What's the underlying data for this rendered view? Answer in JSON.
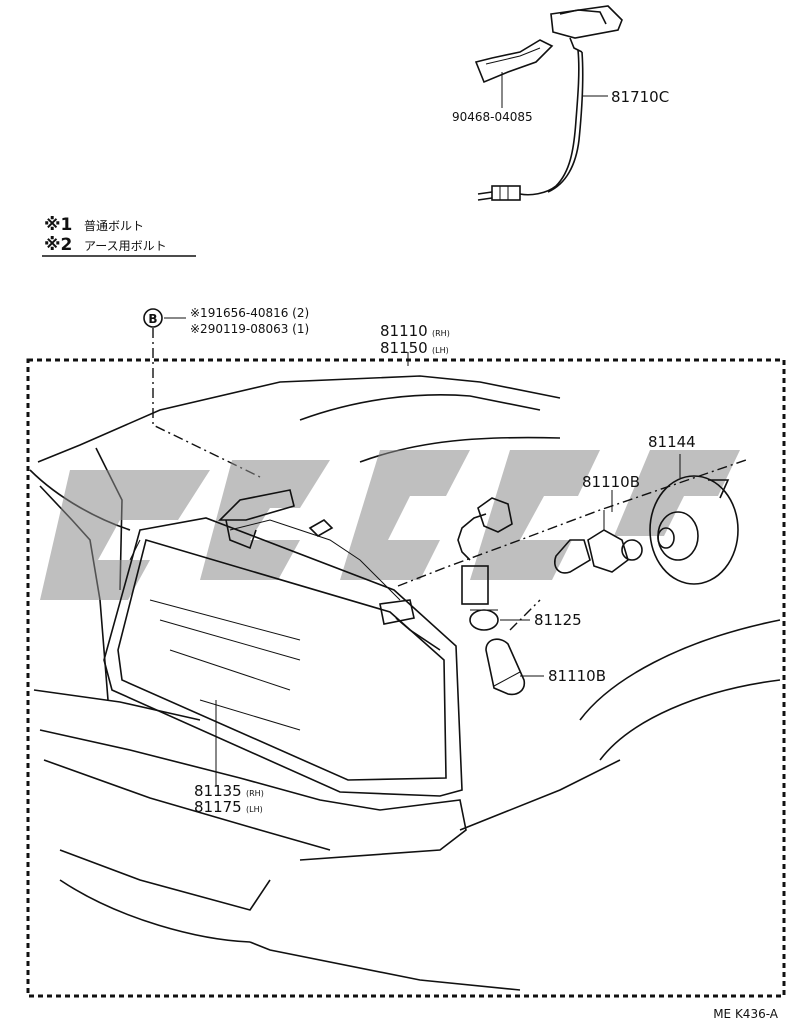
{
  "legend": {
    "item1_mark": "※1",
    "item1_text": "普通ボルト",
    "item2_mark": "※2",
    "item2_text": "アース用ボルト"
  },
  "bolt_callout": {
    "symbol": "B",
    "line1": "※191656-40816 (2)",
    "line2": "※290119-08063 (1)"
  },
  "parts": {
    "p81710c": "81710C",
    "p90468": "90468-04085",
    "p81110_a": "81110",
    "p81110_a_suffix": "(RH)",
    "p81150": "81150",
    "p81150_suffix": "(LH)",
    "p81144": "81144",
    "p81110b_top": "81110B",
    "p81125": "81125",
    "p81110b_bottom": "81110B",
    "p81135": "81135",
    "p81135_suffix": "(RH)",
    "p81175": "81175",
    "p81175_suffix": "(LH)"
  },
  "diagram_code": "ME K436-A"
}
